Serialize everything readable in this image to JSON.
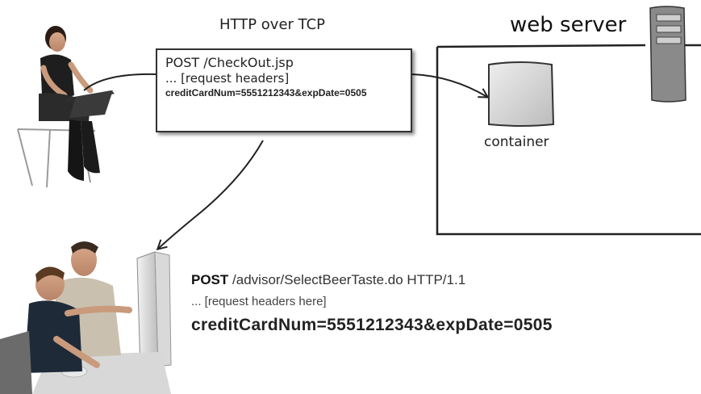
{
  "protocol_label": "HTTP over TCP",
  "server_label": "web server",
  "container_label": "container",
  "request_box": {
    "line1": "POST  /CheckOut.jsp",
    "line2": "... [request headers]",
    "line3": "creditCardNum=5551212343&expDate=0505"
  },
  "intercepted": {
    "method": "POST",
    "path": "/advisor/SelectBeerTaste.do HTTP/1.1",
    "headers": "... [request headers here]",
    "body": "creditCardNum=5551212343&expDate=0505"
  }
}
